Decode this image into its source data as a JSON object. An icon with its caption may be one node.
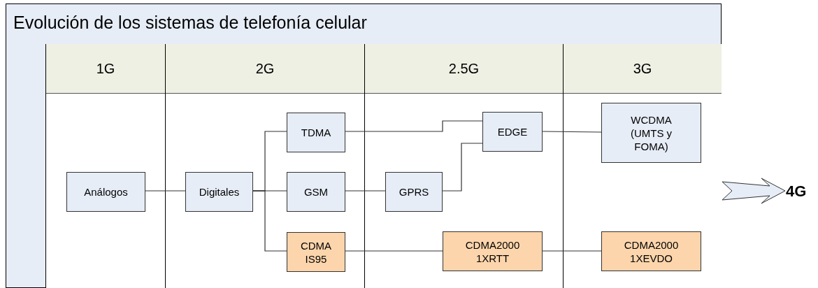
{
  "diagram": {
    "nodes": [
      {
        "text": [
          "Evolución de los sistemas de telefonía celular"
        ]
      },
      {
        "text": [
          "1G"
        ],
        "in": 0
      },
      {
        "text": [
          "Análogos"
        ],
        "in": 1
      },
      {
        "text": [
          "2G"
        ],
        "in": 0
      },
      {
        "text": [
          "Digitales"
        ],
        "in": 3
      },
      {
        "text": [
          "TDMA"
        ],
        "in": 3
      },
      {
        "text": [
          "GSM"
        ],
        "in": 3
      },
      {
        "text": [
          "CDMA IS95"
        ],
        "in": 3
      },
      {
        "text": [
          "2.5G"
        ],
        "in": 0
      },
      {
        "text": [
          "EDGE"
        ],
        "in": 8
      },
      {
        "text": [
          "GPRS"
        ],
        "in": 8
      },
      {
        "text": [
          "CDMA2000 1XRTT"
        ],
        "in": 8
      },
      {
        "text": [
          "3G"
        ],
        "in": 0
      },
      {
        "text": [
          "WCDMA (UMTS y FOMA)"
        ],
        "in": 12
      },
      {
        "text": [
          "CDMA2000 1XEVDO"
        ],
        "in": 12
      },
      {
        "text": [
          "4G"
        ]
      }
    ],
    "edges": [
      {
        "from": 2,
        "to": 4,
        "arrow": "none"
      },
      {
        "from": 4,
        "to": 5,
        "arrow": "none"
      },
      {
        "from": 4,
        "to": 6,
        "arrow": "none"
      },
      {
        "from": 4,
        "to": 7,
        "arrow": "none"
      },
      {
        "from": 5,
        "to": 9,
        "arrow": "none"
      },
      {
        "from": 6,
        "to": 10,
        "arrow": "none"
      },
      {
        "from": 10,
        "to": 9,
        "arrow": "none"
      },
      {
        "from": 9,
        "to": 13,
        "arrow": "none"
      },
      {
        "from": 7,
        "to": 11,
        "arrow": "none"
      },
      {
        "from": 11,
        "to": 14,
        "arrow": "none"
      },
      {
        "from": 0,
        "to": 15,
        "arrow": "to",
        "style": "thick"
      }
    ]
  }
}
